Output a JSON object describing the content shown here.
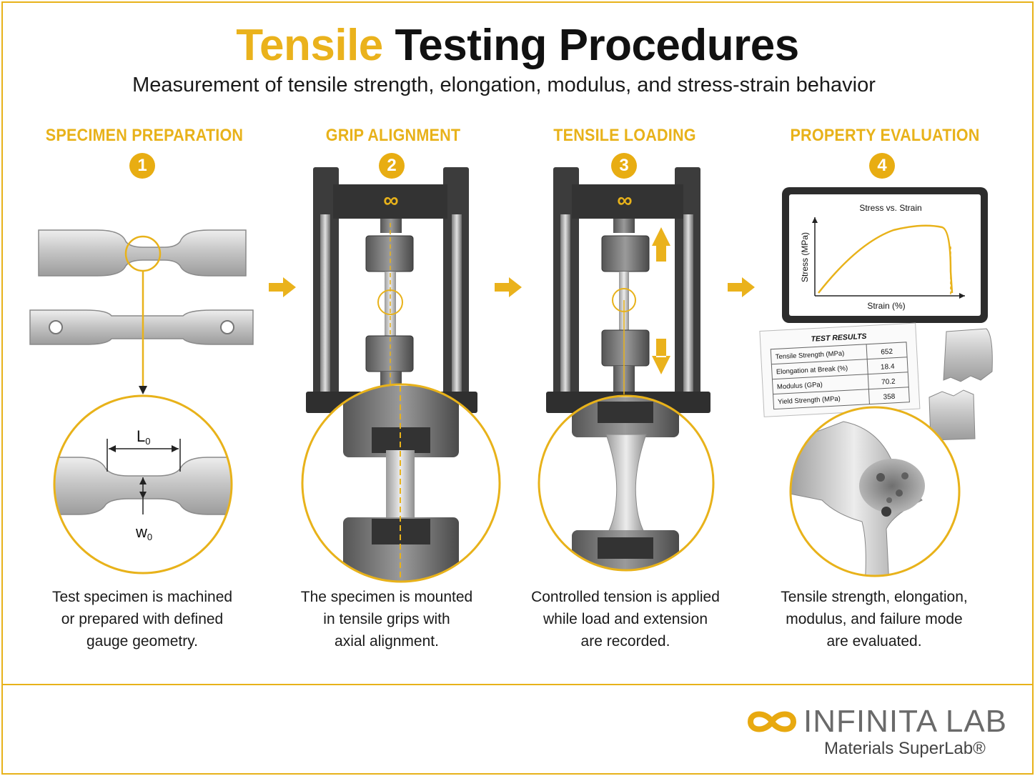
{
  "title": {
    "accent": "Tensile",
    "rest": "Testing Procedures"
  },
  "subtitle": "Measurement of tensile strength, elongation, modulus, and stress-strain behavior",
  "steps": [
    {
      "number": "1",
      "title": "SPECIMEN PREPARATION",
      "desc": [
        "Test specimen is machined",
        "or prepared with defined",
        "gauge geometry."
      ]
    },
    {
      "number": "2",
      "title": "GRIP ALIGNMENT",
      "desc": [
        "The specimen is mounted",
        "in tensile grips with",
        "axial alignment."
      ]
    },
    {
      "number": "3",
      "title": "TENSILE LOADING",
      "desc": [
        "Controlled tension is applied",
        "while load and extension",
        "are recorded."
      ]
    },
    {
      "number": "4",
      "title": "PROPERTY EVALUATION",
      "desc": [
        "Tensile strength, elongation,",
        "modulus, and failure mode",
        "are evaluated."
      ]
    }
  ],
  "dimensions": {
    "length": "L",
    "length_sub": "0",
    "width": "w",
    "width_sub": "0"
  },
  "chart": {
    "title": "Stress vs. Strain",
    "xlabel": "Strain (%)",
    "ylabel": "Stress (MPa)"
  },
  "results": {
    "heading": "TEST RESULTS",
    "rows": [
      {
        "label": "Tensile Strength (MPa)",
        "value": "652"
      },
      {
        "label": "Elongation at Break (%)",
        "value": "18.4"
      },
      {
        "label": "Modulus (GPa)",
        "value": "70.2"
      },
      {
        "label": "Yield Strength (MPa)",
        "value": "358"
      }
    ]
  },
  "brand": {
    "name": "INFINITA LAB",
    "tagline": "Materials SuperLab®"
  },
  "colors": {
    "accent": "#e8b21a",
    "frame": "#3a3a3a",
    "metal": "#c9c9c9"
  }
}
